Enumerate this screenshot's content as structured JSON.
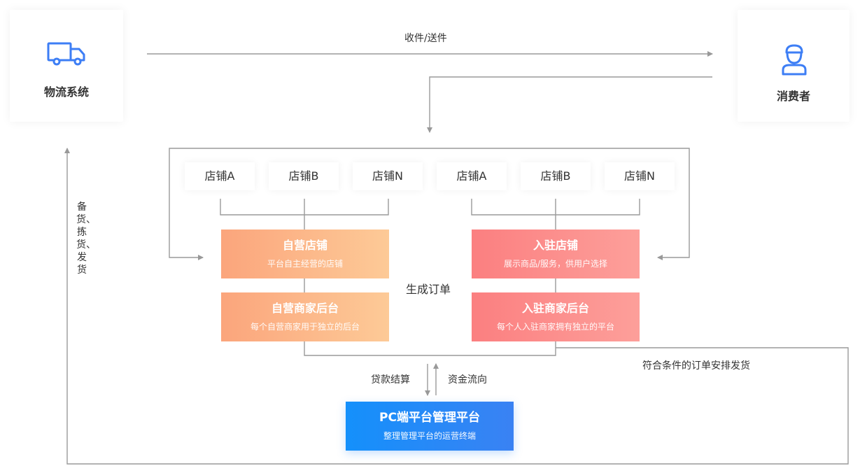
{
  "logistics": {
    "label": "物流系统",
    "icon": "truck-icon"
  },
  "consumer": {
    "label": "消费者",
    "icon": "user-icon"
  },
  "top_flow_label": "收件/送件",
  "stores_left": [
    "店铺A",
    "店铺B",
    "店铺N"
  ],
  "stores_right": [
    "店铺A",
    "店铺B",
    "店铺N"
  ],
  "self_store": {
    "title": "自营店铺",
    "subtitle": "平台自主经营的店铺"
  },
  "self_backend": {
    "title": "自营商家后台",
    "subtitle": "每个自营商家用于独立的后台"
  },
  "join_store": {
    "title": "入驻店铺",
    "subtitle": "展示商品/服务，供用户选择"
  },
  "join_backend": {
    "title": "入驻商家后台",
    "subtitle": "每个人入驻商家拥有独立的平台"
  },
  "order_label": "生成订单",
  "settlement_label": "贷款结算",
  "capital_label": "资金流向",
  "ship_label": "符合条件的订单安排发货",
  "prep_label": "备货、拣货、发货",
  "pc_platform": {
    "title": "PC端平台管理平台",
    "subtitle": "整理管理平台的运营终端"
  },
  "colors": {
    "accent_blue": "#3d7ef5",
    "line_gray": "#999999",
    "orange": "#fdb68a",
    "red": "#fc8f8d"
  }
}
